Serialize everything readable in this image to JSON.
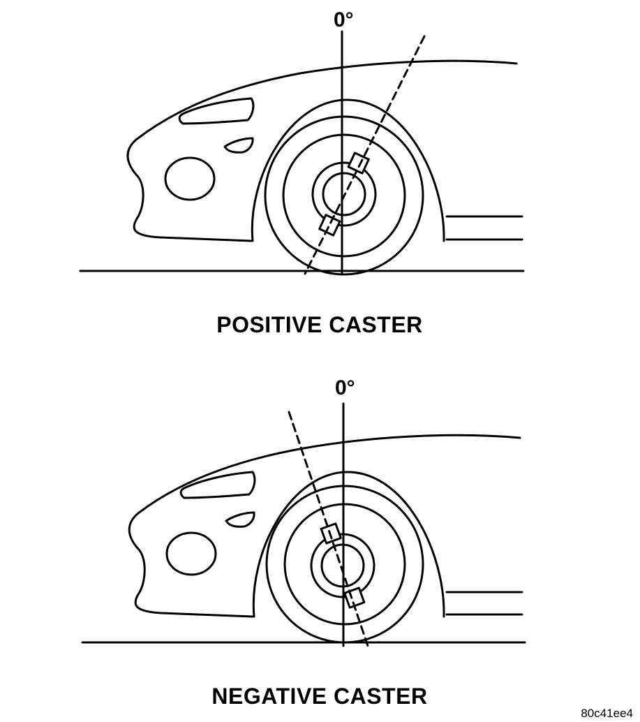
{
  "diagrams": [
    {
      "angle_label": "0°",
      "caption": "POSITIVE CASTER"
    },
    {
      "angle_label": "0°",
      "caption": "NEGATIVE CASTER"
    }
  ],
  "figure_code": "80c41ee4"
}
